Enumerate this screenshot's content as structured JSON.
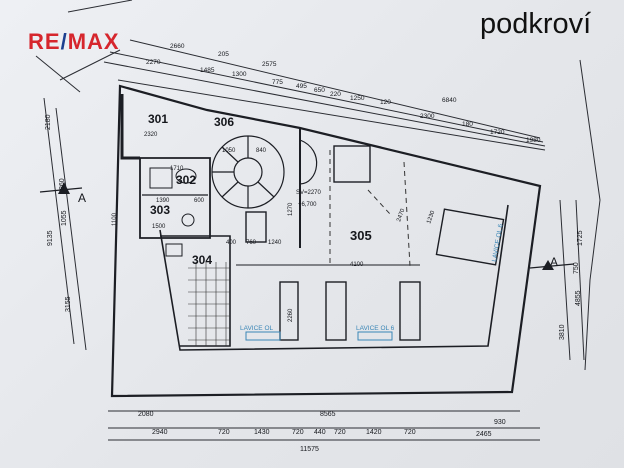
{
  "brand": {
    "logo_left": "RE",
    "logo_slash": "/",
    "logo_right": "MAX",
    "logo_color": "#d6262d",
    "slash_color": "#1c3f8f"
  },
  "floor_label": "podkroví",
  "rooms": {
    "r301": "301",
    "r302": "302",
    "r303": "303",
    "r304": "304",
    "r305": "305",
    "r306": "306"
  },
  "top_dims": {
    "row1": "2660",
    "row2a": "205",
    "row2b": "2575",
    "row3a": "2270",
    "row3b": "1485",
    "row3c": "1300",
    "row3d": "775",
    "row3e": "495",
    "row3f": "650",
    "row3g": "220",
    "row3h": "1250",
    "row3i": "120",
    "row3j": "6840",
    "row4a": "2300",
    "row4b": "180",
    "row4c": "1720",
    "row4d": "1980"
  },
  "bottom_dims": {
    "b1": "2080",
    "b2": "8565",
    "b3": "930",
    "c1": "2940",
    "c2": "720",
    "c3": "1430",
    "c4": "720",
    "c5": "440",
    "c6": "720",
    "c7": "1420",
    "c8": "720",
    "c9": "2465",
    "total": "11575"
  },
  "left_dims": {
    "l1": "2180",
    "l2": "9135",
    "l3": "1055",
    "l4": "3155",
    "l5": "860"
  },
  "right_dims": {
    "r1": "1725",
    "r2": "4855",
    "r3": "3810",
    "r4": "750"
  },
  "interior": {
    "d2320": "2320",
    "d1710": "1710",
    "d1050": "1050",
    "d840": "840",
    "d1390": "1390",
    "d600": "600",
    "d1500": "1500",
    "d400": "400",
    "d760": "760",
    "d1240": "1240",
    "sv": "SV=2270",
    "lvl": "+6,700",
    "d1270": "1270",
    "d2260": "2260",
    "d2470": "2470",
    "d4100": "4100",
    "d1230": "1230",
    "d1100": "1100"
  },
  "section_marks": {
    "a_left": "A",
    "a_right": "A"
  },
  "lavice": {
    "l1": "LAVICE OL",
    "l2": "LAVICE OL 6",
    "l3": "LAVICE OL 6"
  }
}
